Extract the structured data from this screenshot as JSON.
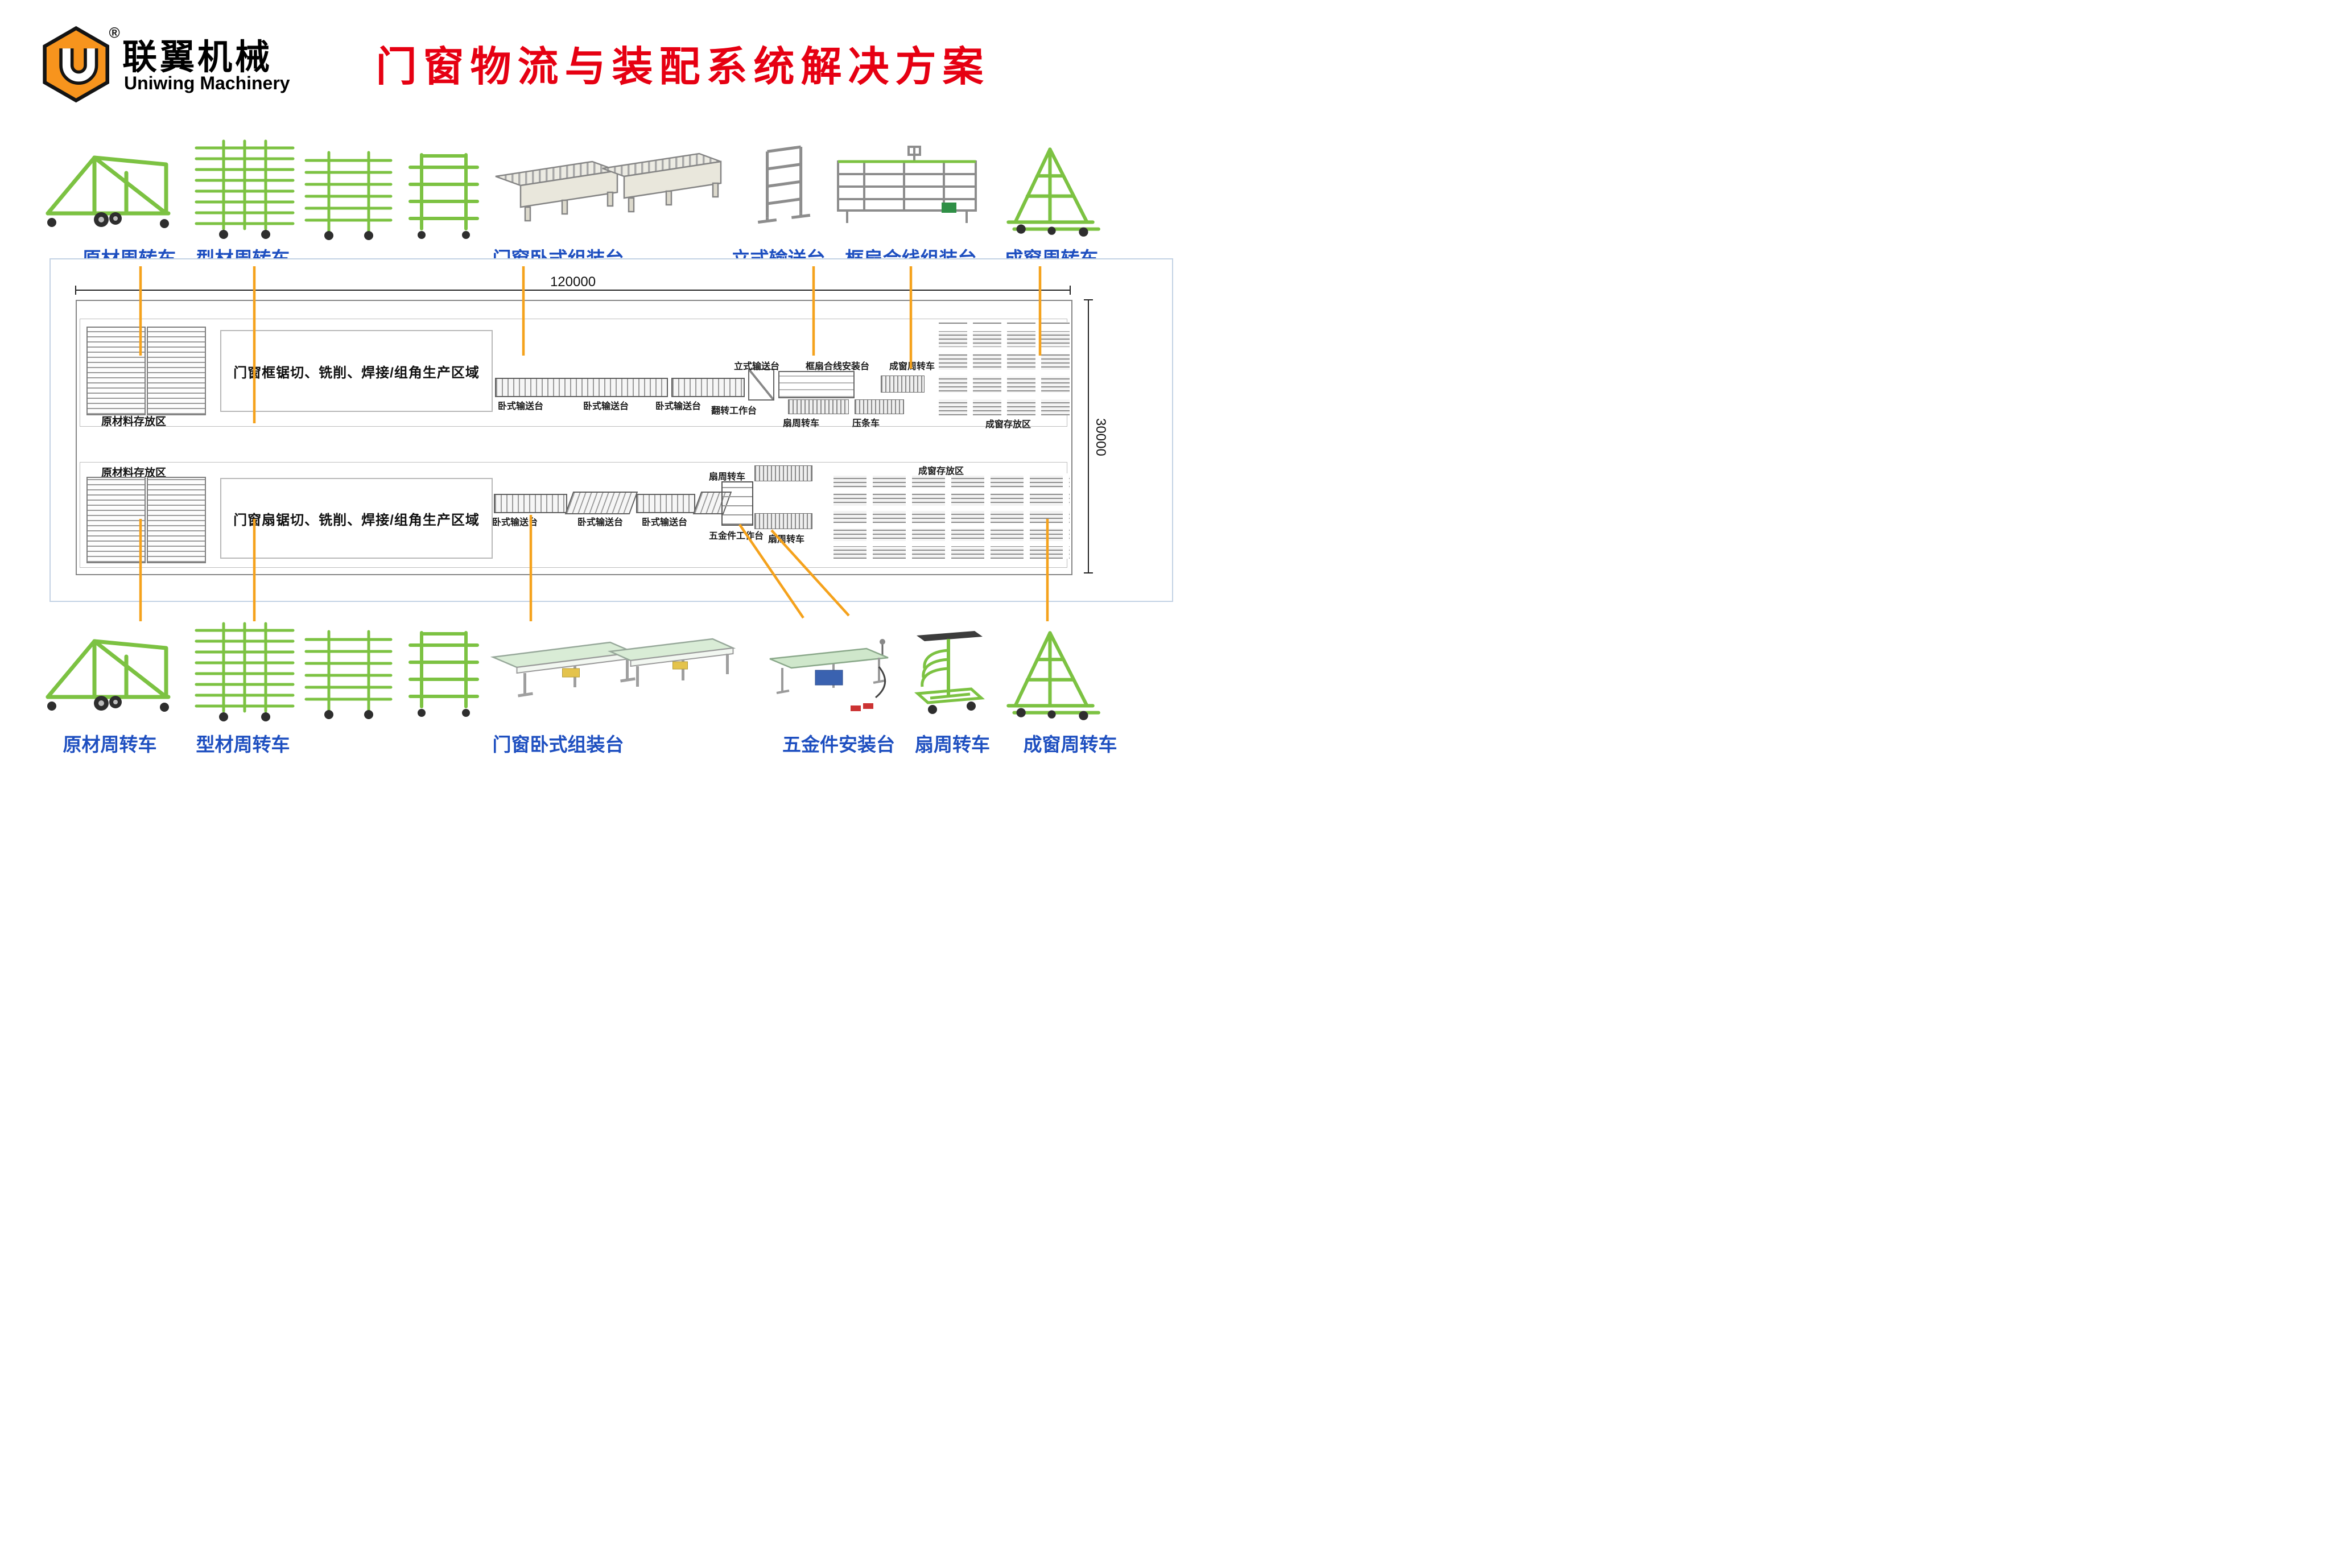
{
  "brand": {
    "logo_mark": "U",
    "registered": "®",
    "name_cn": "联翼机械",
    "name_en": "Uniwing Machinery"
  },
  "title": "门窗物流与装配系统解决方案",
  "colors": {
    "title_red": "#e60012",
    "label_blue": "#1e4fc0",
    "connector_orange": "#f5a21c",
    "equipment_green": "#7cc242",
    "logo_orange": "#f7941d"
  },
  "top_row": [
    {
      "label": "原材周转车"
    },
    {
      "label": "型材周转车"
    },
    {
      "label": "门窗卧式组装台"
    },
    {
      "label": "立式输送台"
    },
    {
      "label": "框扇合线组装台"
    },
    {
      "label": "成窗周转车"
    }
  ],
  "bottom_row": [
    {
      "label": "原材周转车"
    },
    {
      "label": "型材周转车"
    },
    {
      "label": "门窗卧式组装台"
    },
    {
      "label": "五金件安装台"
    },
    {
      "label": "扇周转车"
    },
    {
      "label": "成窗周转车"
    }
  ],
  "floor_plan": {
    "dims": {
      "width": "120000",
      "height": "30000"
    },
    "upper": {
      "storage_label": "原材料存放区",
      "production_label": "门窗框锯切、铣削、焊接/组角生产区域",
      "below_labels": [
        "卧式输送台",
        "卧式输送台",
        "卧式输送台",
        "翻转工作台",
        "扇周转车",
        "压条车"
      ],
      "above_labels": [
        "立式输送台",
        "框扇合线安装台",
        "成窗周转车"
      ],
      "finished_label": "成窗存放区"
    },
    "lower": {
      "storage_label": "原材料存放区",
      "production_label": "门窗扇锯切、铣削、焊接/组角生产区域",
      "below_labels": [
        "卧式输送台",
        "卧式输送台",
        "卧式输送台",
        "五金件工作台",
        "扇周转车"
      ],
      "above_labels": [
        "扇周转车"
      ],
      "finished_label": "成窗存放区"
    }
  }
}
